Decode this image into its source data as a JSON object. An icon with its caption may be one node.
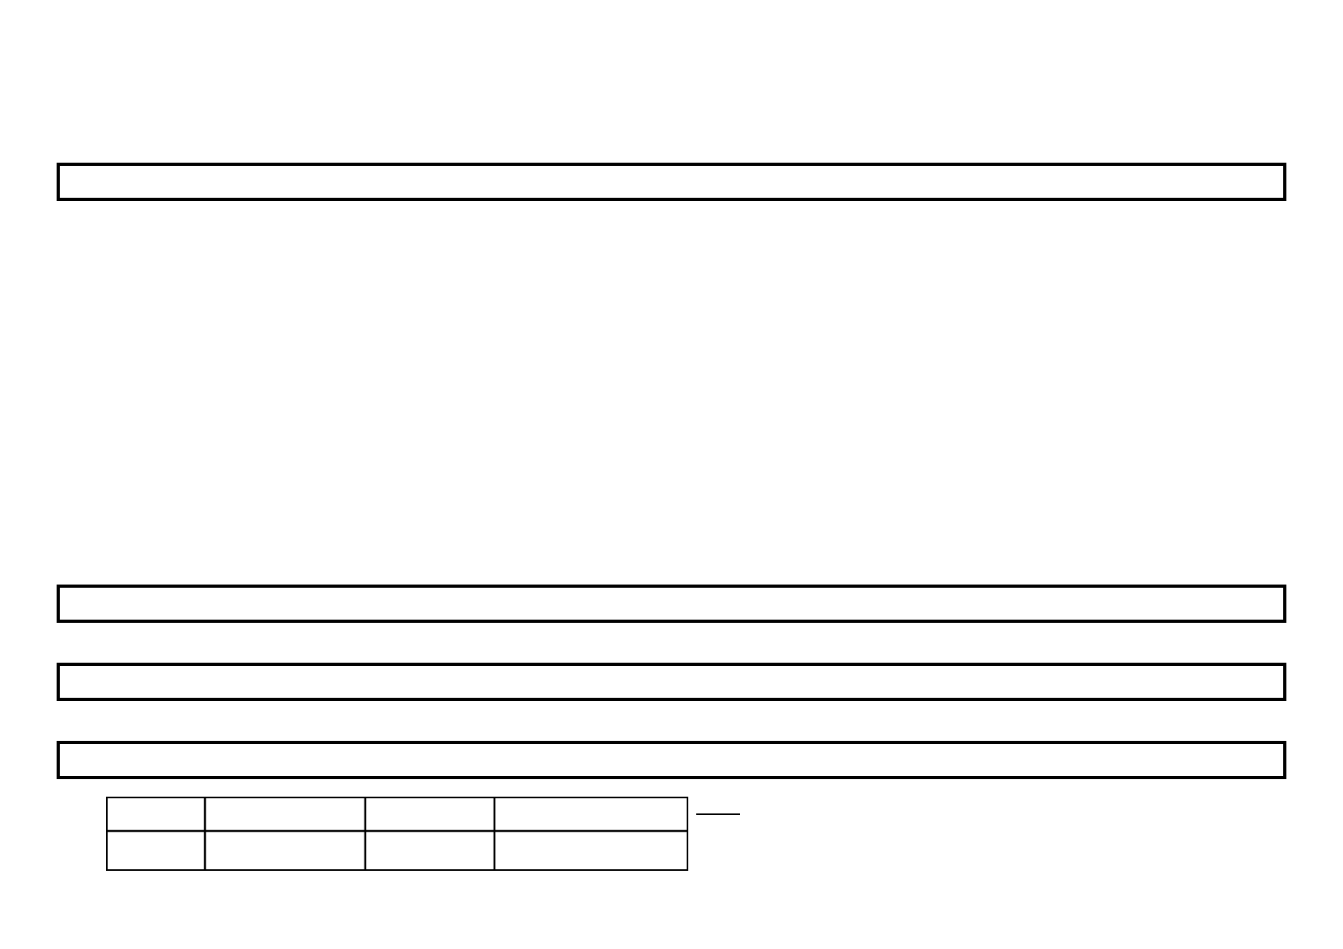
{
  "diagram": {
    "nodes": [
      {
        "text": [],
        "shape": "box"
      },
      {
        "text": [],
        "shape": "box"
      },
      {
        "text": [],
        "shape": "box"
      },
      {
        "text": [],
        "shape": "box"
      },
      {
        "text": [],
        "shape": "table"
      }
    ]
  }
}
